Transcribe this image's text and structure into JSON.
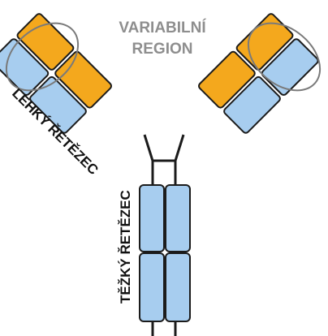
{
  "labels": {
    "variable_region_line1": "VARIABILNÍ",
    "variable_region_line2": "REGION",
    "light_chain": "LEHKÝ ŘETĚZEC",
    "heavy_chain": "TĚŽKÝ ŘETĚZEC"
  },
  "colors": {
    "heavy_chain": "#a7cdef",
    "light_chain": "#f4a81d",
    "outline": "#1b1b1b",
    "region_outline": "#7a7a7a",
    "region_label": "#8e8e8e",
    "label": "#111111"
  }
}
